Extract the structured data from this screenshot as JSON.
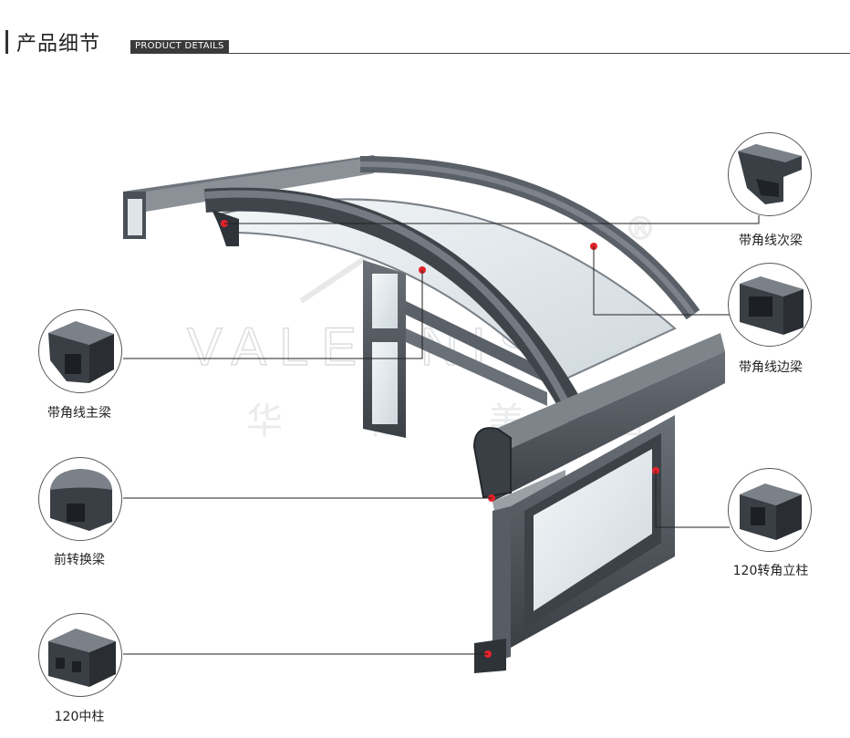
{
  "header": {
    "title": "产品细节",
    "subtitle": "PRODUCT DETAILS"
  },
  "watermark": {
    "brand": "VALENNIS",
    "chinese": "华 亿 美 居",
    "registered_mark": "®"
  },
  "parts": [
    {
      "id": "secondary-beam",
      "label": "带角线次梁",
      "icon": "profile-l-shape-icon"
    },
    {
      "id": "edge-beam",
      "label": "带角线边梁",
      "icon": "profile-square-tube-icon"
    },
    {
      "id": "main-beam",
      "label": "带角线主梁",
      "icon": "profile-main-beam-icon"
    },
    {
      "id": "front-transfer-beam",
      "label": "前转换梁",
      "icon": "profile-rounded-beam-icon"
    },
    {
      "id": "corner-post",
      "label": "120转角立柱",
      "icon": "profile-corner-post-icon"
    },
    {
      "id": "middle-post",
      "label": "120中柱",
      "icon": "profile-middle-post-icon"
    }
  ],
  "colors": {
    "frame": "#4b5158",
    "frame_dark": "#2e3338",
    "glass": "#e6ecef",
    "marker": "#e3232a",
    "line": "#222222"
  }
}
